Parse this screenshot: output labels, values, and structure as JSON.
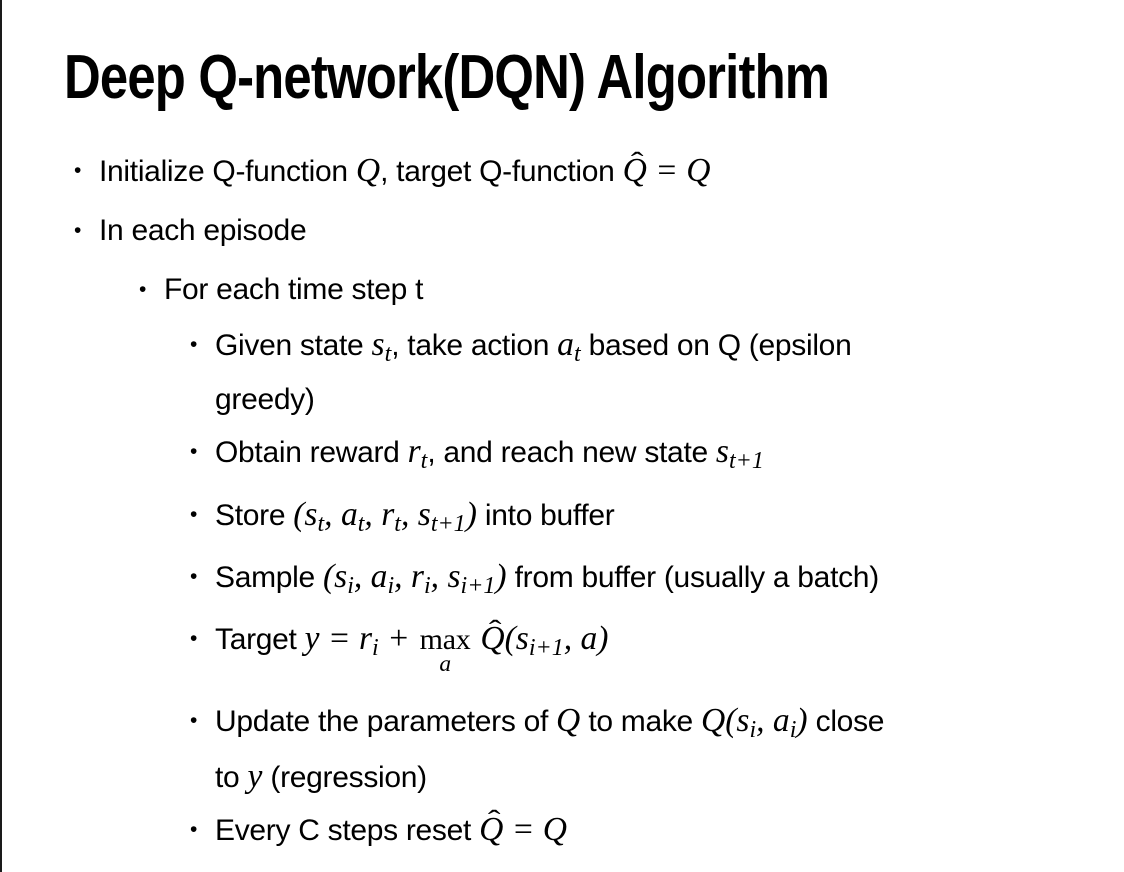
{
  "colors": {
    "background": "#ffffff",
    "text": "#000000",
    "frame_border": "#1a1a1a"
  },
  "glyphs": {
    "bullet": "•",
    "hat": "ˆ"
  },
  "slide": {
    "title": "Deep Q-network(DQN) Algorithm"
  },
  "bullets": [
    {
      "level": 1,
      "lines": [
        [
          {
            "t": "Initialize Q-function "
          },
          {
            "m": "Q"
          },
          {
            "t": ", target Q-function "
          },
          {
            "h": "Q"
          },
          {
            "m": " = Q"
          }
        ]
      ]
    },
    {
      "level": 1,
      "lines": [
        [
          {
            "t": "In each episode"
          }
        ]
      ]
    },
    {
      "level": 2,
      "lines": [
        [
          {
            "t": "For each time step t"
          }
        ]
      ]
    },
    {
      "level": 3,
      "lines": [
        [
          {
            "t": "Given state "
          },
          {
            "m": "s"
          },
          {
            "ms": "t"
          },
          {
            "t": ", take action "
          },
          {
            "m": "a"
          },
          {
            "ms": "t"
          },
          {
            "t": " based on Q (epsilon"
          }
        ],
        [
          {
            "t": "greedy)"
          }
        ]
      ]
    },
    {
      "level": 3,
      "lines": [
        [
          {
            "t": "Obtain reward "
          },
          {
            "m": "r"
          },
          {
            "ms": "t"
          },
          {
            "t": ", and reach new state "
          },
          {
            "m": "s"
          },
          {
            "ms": "t+1"
          }
        ]
      ]
    },
    {
      "level": 3,
      "lines": [
        [
          {
            "t": "Store "
          },
          {
            "m": "(s"
          },
          {
            "ms": "t"
          },
          {
            "m": ", a"
          },
          {
            "ms": "t"
          },
          {
            "m": ", r"
          },
          {
            "ms": "t"
          },
          {
            "m": ", s"
          },
          {
            "ms": "t+1"
          },
          {
            "m": ")"
          },
          {
            "t": " into buffer"
          }
        ]
      ]
    },
    {
      "level": 3,
      "lines": [
        [
          {
            "t": "Sample "
          },
          {
            "m": "(s"
          },
          {
            "ms": "i"
          },
          {
            "m": ", a"
          },
          {
            "ms": "i"
          },
          {
            "m": ", r"
          },
          {
            "ms": "i"
          },
          {
            "m": ", s"
          },
          {
            "ms": "i+1"
          },
          {
            "m": ")"
          },
          {
            "t": " from buffer (usually a batch)"
          }
        ]
      ]
    },
    {
      "level": 3,
      "lines": [
        [
          {
            "t": "Target "
          },
          {
            "m": "y = r"
          },
          {
            "ms": "i"
          },
          {
            "m": " + "
          },
          {
            "mx": {
              "base": "max",
              "under": "a"
            }
          },
          {
            "m": " "
          },
          {
            "h": "Q"
          },
          {
            "m": "(s"
          },
          {
            "ms": "i+1"
          },
          {
            "m": ", a)"
          }
        ]
      ]
    },
    {
      "level": 3,
      "lines": [
        [
          {
            "t": "Update the parameters of "
          },
          {
            "m": "Q"
          },
          {
            "t": " to make "
          },
          {
            "m": "Q(s"
          },
          {
            "ms": "i"
          },
          {
            "m": ", a"
          },
          {
            "ms": "i"
          },
          {
            "m": ")"
          },
          {
            "t": " close"
          }
        ],
        [
          {
            "t": "to "
          },
          {
            "m": "y"
          },
          {
            "t": " (regression)"
          }
        ]
      ]
    },
    {
      "level": 3,
      "lines": [
        [
          {
            "t": "Every C steps reset "
          },
          {
            "h": "Q"
          },
          {
            "m": " = Q"
          }
        ]
      ]
    }
  ]
}
